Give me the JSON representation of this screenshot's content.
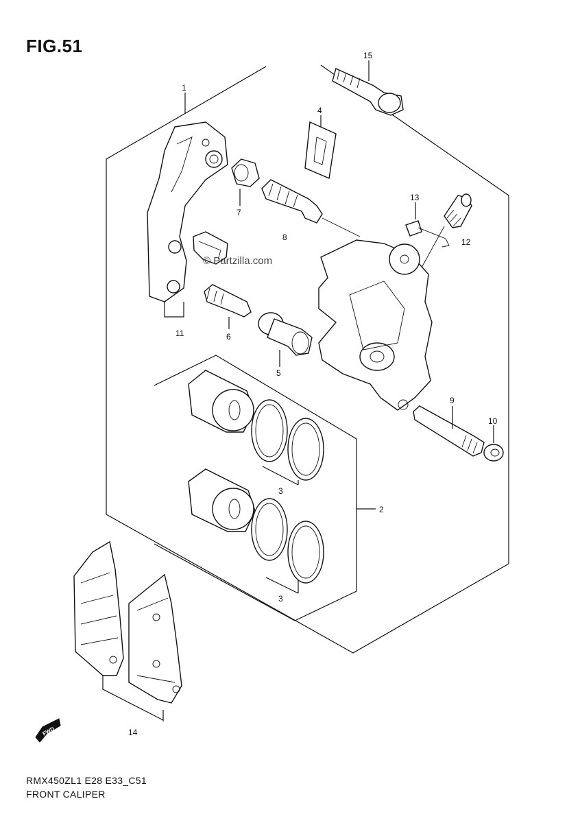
{
  "figure": {
    "title": "FIG.51"
  },
  "watermark": {
    "text": "© Partzilla.com"
  },
  "callouts": [
    {
      "id": "1",
      "label": "1"
    },
    {
      "id": "2",
      "label": "2"
    },
    {
      "id": "3a",
      "label": "3"
    },
    {
      "id": "3b",
      "label": "3"
    },
    {
      "id": "4",
      "label": "4"
    },
    {
      "id": "5",
      "label": "5"
    },
    {
      "id": "6",
      "label": "6"
    },
    {
      "id": "7",
      "label": "7"
    },
    {
      "id": "8",
      "label": "8"
    },
    {
      "id": "9",
      "label": "9"
    },
    {
      "id": "10",
      "label": "10"
    },
    {
      "id": "11",
      "label": "11"
    },
    {
      "id": "12",
      "label": "12"
    },
    {
      "id": "13",
      "label": "13"
    },
    {
      "id": "14",
      "label": "14"
    },
    {
      "id": "15",
      "label": "15"
    }
  ],
  "fwd_marker": {
    "label": "FWD"
  },
  "footer": {
    "code": "RMX450ZL1 E28 E33_C51",
    "name": "FRONT CALIPER"
  }
}
